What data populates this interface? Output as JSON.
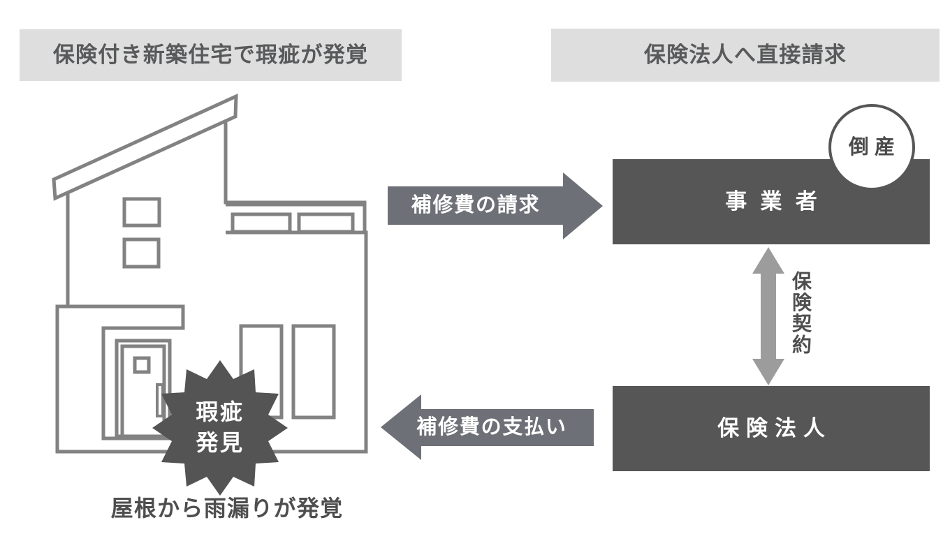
{
  "headers": {
    "left": "保険付き新築住宅で瑕疵が発覚",
    "right": "保険法人へ直接請求"
  },
  "flow": {
    "claim_arrow_label": "補修費の請求",
    "payment_arrow_label": "補修費の支払い",
    "contract_label": "保険契約",
    "operator_box": "事業者",
    "insurer_box": "保険法人",
    "bankruptcy_badge": "倒産"
  },
  "house": {
    "defect_badge": {
      "line1": "瑕疵",
      "line2": "発見"
    },
    "caption": "屋根から雨漏りが発覚"
  },
  "colors": {
    "header_bg": "#dedede",
    "header_text": "#58595b",
    "dark_box": "#565656",
    "box_text": "#ffffff",
    "flow_arrow": "#6d7076",
    "contract_arrow": "#9c9c9c",
    "burst": "#545454",
    "house_outline": "#828282",
    "caption_text": "#4e4e4e",
    "background": "#ffffff"
  }
}
